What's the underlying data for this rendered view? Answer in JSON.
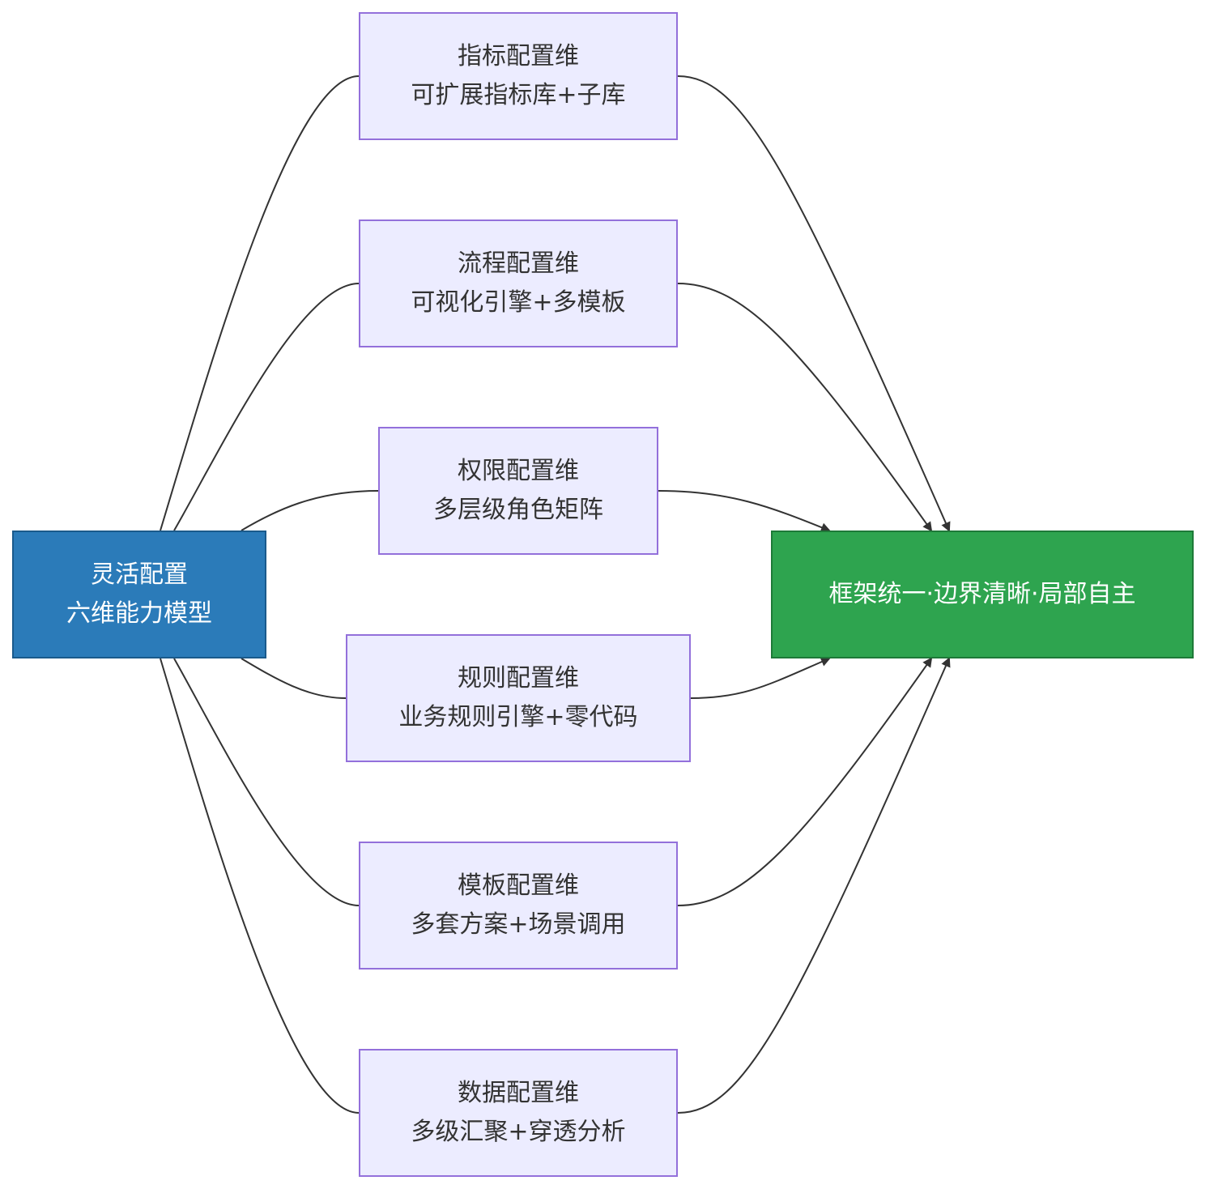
{
  "source": {
    "line1": "灵活配置",
    "line2": "六维能力模型"
  },
  "dimensions": [
    {
      "title": "指标配置维",
      "desc": "可扩展指标库+子库"
    },
    {
      "title": "流程配置维",
      "desc": "可视化引擎+多模板"
    },
    {
      "title": "权限配置维",
      "desc": "多层级角色矩阵"
    },
    {
      "title": "规则配置维",
      "desc": "业务规则引擎+零代码"
    },
    {
      "title": "模板配置维",
      "desc": "多套方案+场景调用"
    },
    {
      "title": "数据配置维",
      "desc": "多级汇聚+穿透分析"
    }
  ],
  "target": {
    "label": "框架统一·边界清晰·局部自主"
  },
  "colors": {
    "dimension_fill": "#ececff",
    "dimension_border": "#9370db",
    "source_fill": "#2b7bb9",
    "target_fill": "#2ea44f",
    "edge": "#333333"
  }
}
